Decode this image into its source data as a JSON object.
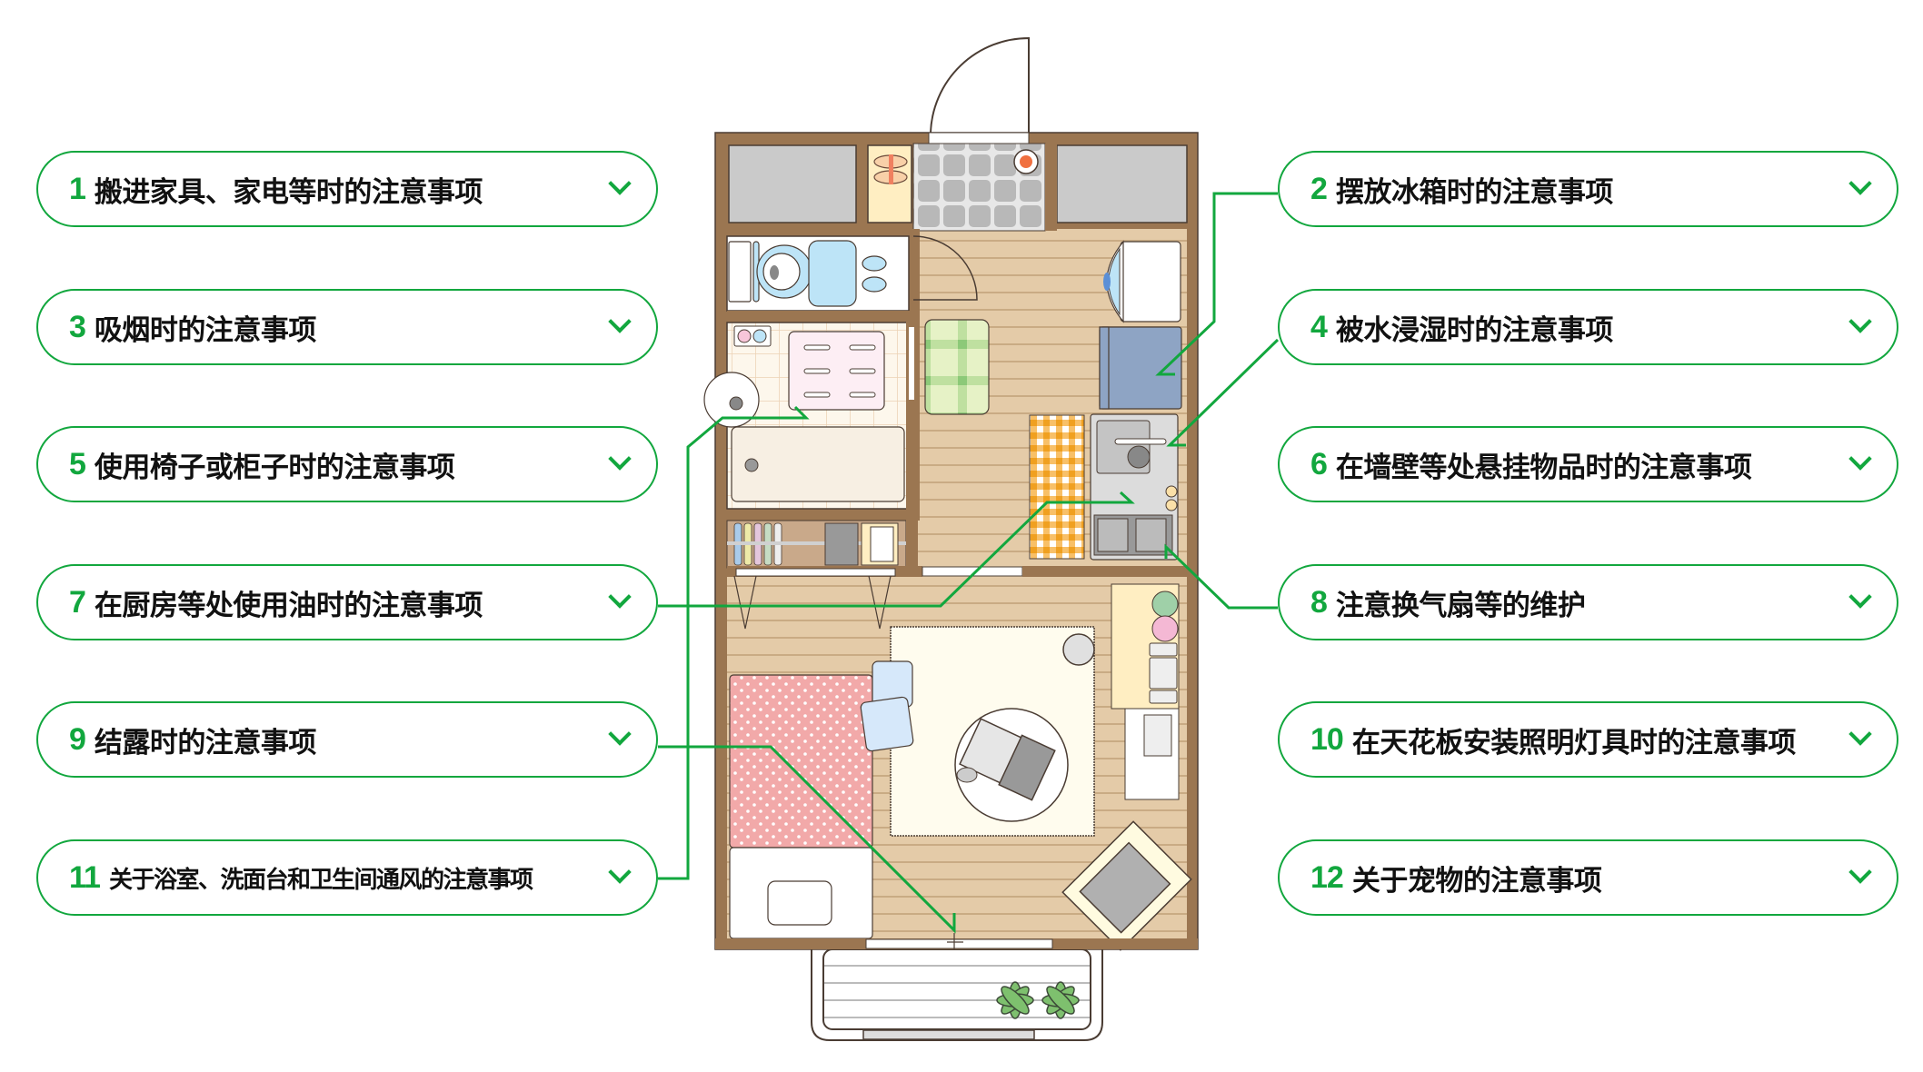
{
  "title": "住宅注意事项平面图",
  "colors": {
    "accent": "#12a73e",
    "wall": "#9b7651",
    "floor": "#e4cba8",
    "text": "#111111"
  },
  "items": [
    {
      "num": "1",
      "label": "搬进家具、家电等时的注意事项",
      "icon": "chevron-down-icon"
    },
    {
      "num": "2",
      "label": "摆放冰箱时的注意事项",
      "icon": "chevron-down-icon"
    },
    {
      "num": "3",
      "label": "吸烟时的注意事项",
      "icon": "chevron-down-icon"
    },
    {
      "num": "4",
      "label": "被水浸湿时的注意事项",
      "icon": "chevron-down-icon"
    },
    {
      "num": "5",
      "label": "使用椅子或柜子时的注意事项",
      "icon": "chevron-down-icon"
    },
    {
      "num": "6",
      "label": "在墙壁等处悬挂物品时的注意事项",
      "icon": "chevron-down-icon"
    },
    {
      "num": "7",
      "label": "在厨房等处使用油时的注意事项",
      "icon": "chevron-down-icon"
    },
    {
      "num": "8",
      "label": "注意换气扇等的维护",
      "icon": "chevron-down-icon"
    },
    {
      "num": "9",
      "label": "结露时的注意事项",
      "icon": "chevron-down-icon"
    },
    {
      "num": "10",
      "label": "在天花板安装照明灯具时的注意事项",
      "icon": "chevron-down-icon"
    },
    {
      "num": "11",
      "label": "关于浴室、洗面台和卫生间通风的注意事项",
      "icon": "chevron-down-icon"
    },
    {
      "num": "12",
      "label": "关于宠物的注意事项",
      "icon": "chevron-down-icon"
    }
  ]
}
